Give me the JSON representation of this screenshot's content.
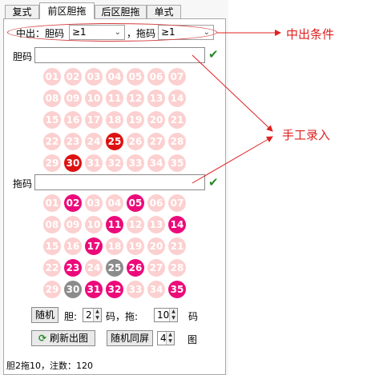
{
  "tabs": [
    {
      "label": "复式",
      "active": false
    },
    {
      "label": "前区胆拖",
      "active": true
    },
    {
      "label": "后区胆拖",
      "active": false
    },
    {
      "label": "单式",
      "active": false
    }
  ],
  "condition": {
    "prefix": "中出：胆码",
    "dan_value": "≥1",
    "middle": "，拖码",
    "tuo_value": "≥1"
  },
  "dan": {
    "label": "胆码",
    "value": "",
    "numbers": [
      "01",
      "02",
      "03",
      "04",
      "05",
      "06",
      "07",
      "08",
      "09",
      "10",
      "11",
      "12",
      "13",
      "14",
      "15",
      "16",
      "17",
      "18",
      "19",
      "20",
      "21",
      "22",
      "23",
      "24",
      "25",
      "26",
      "27",
      "28",
      "29",
      "30",
      "31",
      "32",
      "33",
      "34",
      "35"
    ],
    "selected": [
      "25",
      "30"
    ]
  },
  "tuo": {
    "label": "拖码",
    "value": "",
    "numbers": [
      "01",
      "02",
      "03",
      "04",
      "05",
      "06",
      "07",
      "08",
      "09",
      "10",
      "11",
      "12",
      "13",
      "14",
      "15",
      "16",
      "17",
      "18",
      "19",
      "20",
      "21",
      "22",
      "23",
      "24",
      "25",
      "26",
      "27",
      "28",
      "29",
      "30",
      "31",
      "32",
      "33",
      "34",
      "35"
    ],
    "selected": [
      "02",
      "05",
      "11",
      "14",
      "17",
      "23",
      "26",
      "31",
      "32",
      "35"
    ],
    "locked": [
      "25",
      "30"
    ]
  },
  "random": {
    "button": "随机",
    "dan_label": "胆:",
    "dan_count": "2",
    "ma_tuo_label": "码，拖:",
    "tuo_count": "10",
    "ma_label": "码"
  },
  "actions": {
    "refresh_button": "刷新出图",
    "same_screen_button": "随机同屏",
    "screens_count": "4",
    "tu_label": "图"
  },
  "status": "胆2拖10，注数：120",
  "annotations": {
    "condition_note": "中出条件",
    "manual_note": "手工录入"
  },
  "colors": {
    "dan_selected": "#dd1111",
    "tuo_selected": "#ec0a7a",
    "locked": "#8b8b8b",
    "unselected": "#fcd0d0",
    "annotation": "#e02020"
  }
}
